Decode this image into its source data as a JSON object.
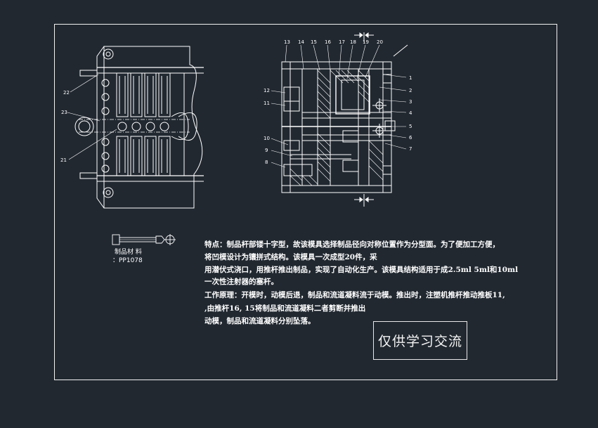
{
  "part_numbers": {
    "top": [
      "13",
      "14",
      "15",
      "16",
      "17",
      "18",
      "19",
      "20"
    ],
    "left": [
      "12",
      "11",
      "10",
      "9",
      "8"
    ],
    "right": [
      "1",
      "2",
      "3",
      "4",
      "5",
      "6",
      "7"
    ],
    "plan_view": [
      "22",
      "23",
      "21"
    ]
  },
  "product": {
    "material_label": "制品材 料",
    "material_value": "：PP1078"
  },
  "notes": {
    "line1": "特点：制品杆部镂十字型，故该模具选择制品径向对称位置作为分型面。为了便加工方便，",
    "line2": "将凹模设计为镶拼式结构。该模具一次成型20件，采",
    "line3": "用潜伏式浇口，用推杆推出制品，实现了自动化生产。该模具结构适用于成2.5ml 5ml和10ml",
    "line4": "一次性注射器的塞杆。",
    "line5": "工作原理：开模时，动模后退，制品和流道凝料流于动模。推出时，注塑机推杆推动推板11,",
    "line6": ",由推杆16, 15将制品和流道凝料二者剪断并推出",
    "line7": "动模，制品和流道凝料分别坠落。"
  },
  "watermark": "仅供学习交流"
}
